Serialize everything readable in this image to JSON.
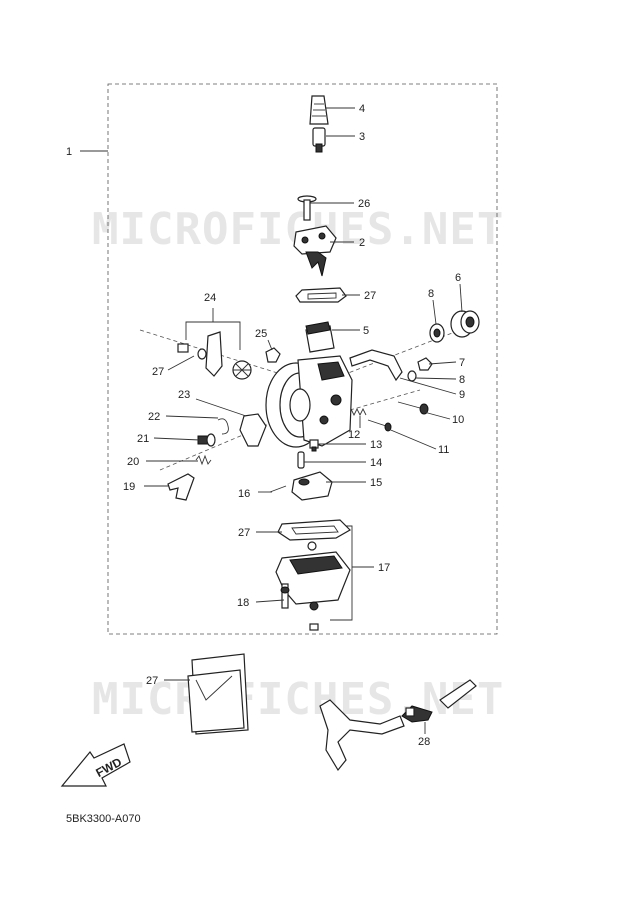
{
  "watermark": {
    "text": "MICROFICHES.NET"
  },
  "diagram_code": "5BK3300-A070",
  "fwd_label": "FWD",
  "callouts": [
    {
      "id": "1",
      "label": "1"
    },
    {
      "id": "2",
      "label": "2"
    },
    {
      "id": "3",
      "label": "3"
    },
    {
      "id": "4",
      "label": "4"
    },
    {
      "id": "5",
      "label": "5"
    },
    {
      "id": "6",
      "label": "6"
    },
    {
      "id": "7",
      "label": "7"
    },
    {
      "id": "8a",
      "label": "8"
    },
    {
      "id": "8b",
      "label": "8"
    },
    {
      "id": "9",
      "label": "9"
    },
    {
      "id": "10",
      "label": "10"
    },
    {
      "id": "11",
      "label": "11"
    },
    {
      "id": "12",
      "label": "12"
    },
    {
      "id": "13",
      "label": "13"
    },
    {
      "id": "14",
      "label": "14"
    },
    {
      "id": "15",
      "label": "15"
    },
    {
      "id": "16",
      "label": "16"
    },
    {
      "id": "17",
      "label": "17"
    },
    {
      "id": "18",
      "label": "18"
    },
    {
      "id": "19",
      "label": "19"
    },
    {
      "id": "20",
      "label": "20"
    },
    {
      "id": "21",
      "label": "21"
    },
    {
      "id": "22",
      "label": "22"
    },
    {
      "id": "23",
      "label": "23"
    },
    {
      "id": "24",
      "label": "24"
    },
    {
      "id": "25",
      "label": "25"
    },
    {
      "id": "26",
      "label": "26"
    },
    {
      "id": "27a",
      "label": "27"
    },
    {
      "id": "27b",
      "label": "27"
    },
    {
      "id": "27c",
      "label": "27"
    },
    {
      "id": "27d",
      "label": "27"
    },
    {
      "id": "28",
      "label": "28"
    }
  ]
}
